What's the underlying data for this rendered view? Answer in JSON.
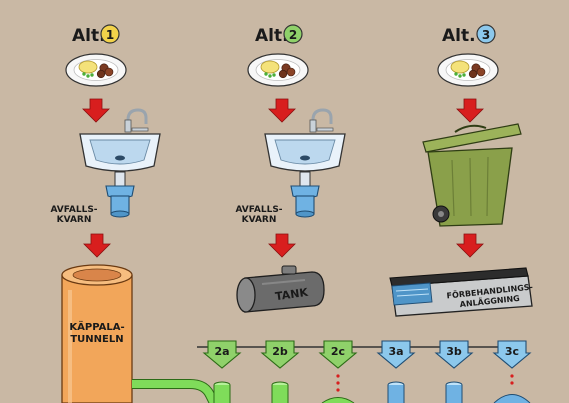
{
  "diagram": {
    "alternatives": [
      {
        "label": "Alt.",
        "number": "1",
        "badge_color": "#f2d24a"
      },
      {
        "label": "Alt.",
        "number": "2",
        "badge_color": "#8fd16a"
      },
      {
        "label": "Alt.",
        "number": "3",
        "badge_color": "#8cc8ec"
      }
    ],
    "grinder_label_1": [
      "AVFALLS-",
      "KVARN"
    ],
    "grinder_label_2": [
      "AVFALLS-",
      "KVARN"
    ],
    "tunnel_label": [
      "KÄPPALA-",
      "TUNNELN"
    ],
    "tank_label": "TANK",
    "pretreatment_label": [
      "FÖRBEHANDLINGS-",
      "ANLÄGGNING"
    ],
    "outputs": [
      {
        "label": "2a",
        "color": "#8fd16a"
      },
      {
        "label": "2b",
        "color": "#8fd16a"
      },
      {
        "label": "2c",
        "color": "#8fd16a"
      },
      {
        "label": "3a",
        "color": "#8cc8ec"
      },
      {
        "label": "3b",
        "color": "#8cc8ec"
      },
      {
        "label": "3c",
        "color": "#8cc8ec"
      }
    ],
    "colors": {
      "background": "#c9b8a4",
      "arrow": "#d81e1e",
      "tunnel": "#f2a65a",
      "bin": "#8aa04a",
      "sink": "#e9f2fa",
      "pipe": "#6fb2e3",
      "green_pipe": "#7fdc5a"
    }
  }
}
